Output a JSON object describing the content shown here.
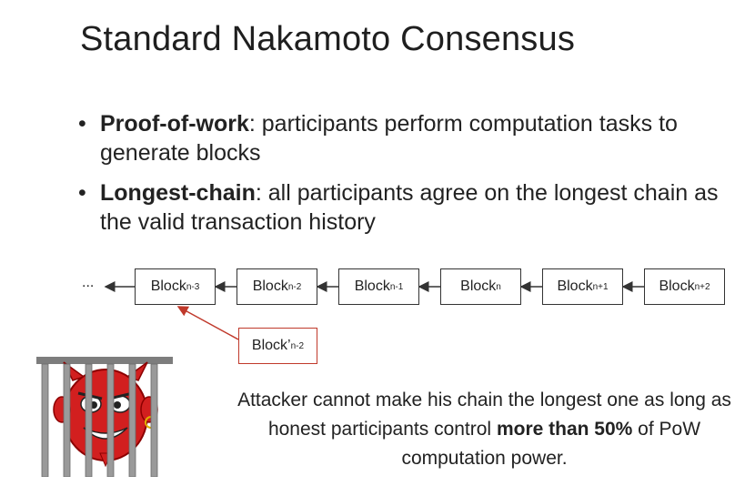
{
  "title": "Standard Nakamoto Consensus",
  "bullets": [
    {
      "bold": "Proof-of-work",
      "rest": ": participants perform computation tasks to generate blocks"
    },
    {
      "bold": "Longest-chain",
      "rest": ": all participants agree on the longest chain as the valid transaction history"
    }
  ],
  "chain": {
    "ellipsis": "...",
    "blocks": [
      {
        "base": "Block",
        "sub": "n-3"
      },
      {
        "base": "Block",
        "sub": "n-2"
      },
      {
        "base": "Block",
        "sub": "n-1"
      },
      {
        "base": "Block",
        "sub": "n"
      },
      {
        "base": "Block",
        "sub": "n+1"
      },
      {
        "base": "Block",
        "sub": "n+2"
      }
    ],
    "fork_block": {
      "base": "Block’",
      "sub": "n-2"
    }
  },
  "note": {
    "part1": "Attacker cannot make his chain the longest one as long as honest participants control ",
    "bold": "more than 50%",
    "part2": " of PoW computation power."
  },
  "colors": {
    "fork": "#c0392b",
    "devil": "#d21f1f",
    "bars": "#9a9a9a"
  },
  "icons": [
    "jailed-devil-icon"
  ]
}
